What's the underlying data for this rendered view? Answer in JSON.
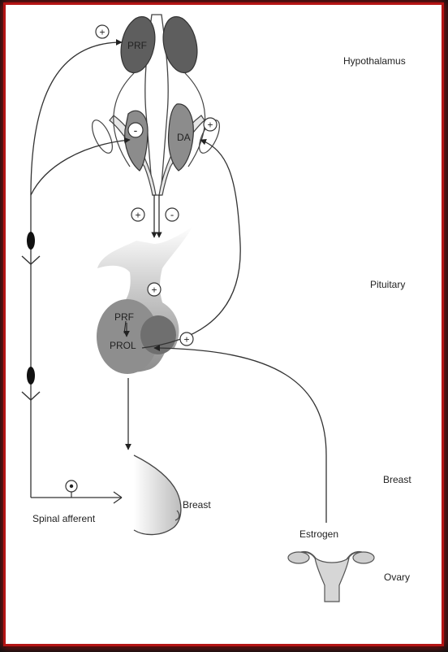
{
  "labels": {
    "prf_top": "PRF",
    "da": "DA",
    "prf_pit": "PRF",
    "prol": "PROL",
    "breast_organ": "Breast",
    "spinal_afferent": "Spinal afferent",
    "estrogen": "Estrogen"
  },
  "regions": {
    "hypothalamus": "Hypothalamus",
    "pituitary": "Pituitary",
    "breast": "Breast",
    "ovary": "Ovary"
  },
  "signs": {
    "plus": "+",
    "minus": "-"
  }
}
